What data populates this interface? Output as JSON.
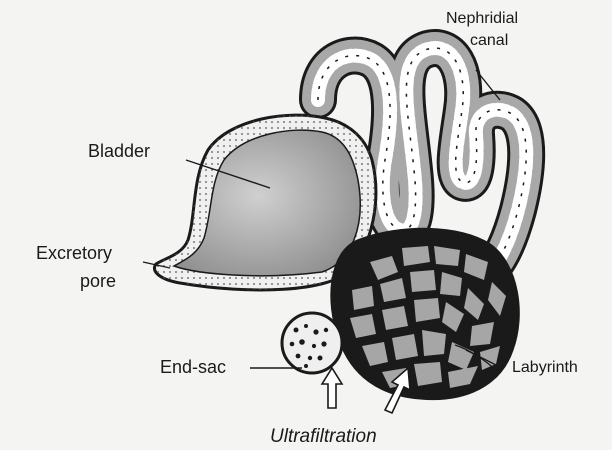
{
  "diagram": {
    "labels": {
      "nephridial_canal_line1": "Nephridial",
      "nephridial_canal_line2": "canal",
      "bladder": "Bladder",
      "excretory_pore_line1": "Excretory",
      "excretory_pore_line2": "pore",
      "end_sac": "End-sac",
      "labyrinth": "Labyrinth",
      "ultrafiltration": "Ultrafiltration"
    },
    "colors": {
      "background": "#f4f4f2",
      "outline": "#1a1a1a",
      "gray_fill": "#a6a6a6",
      "light_fill": "#e9e9e9"
    }
  }
}
